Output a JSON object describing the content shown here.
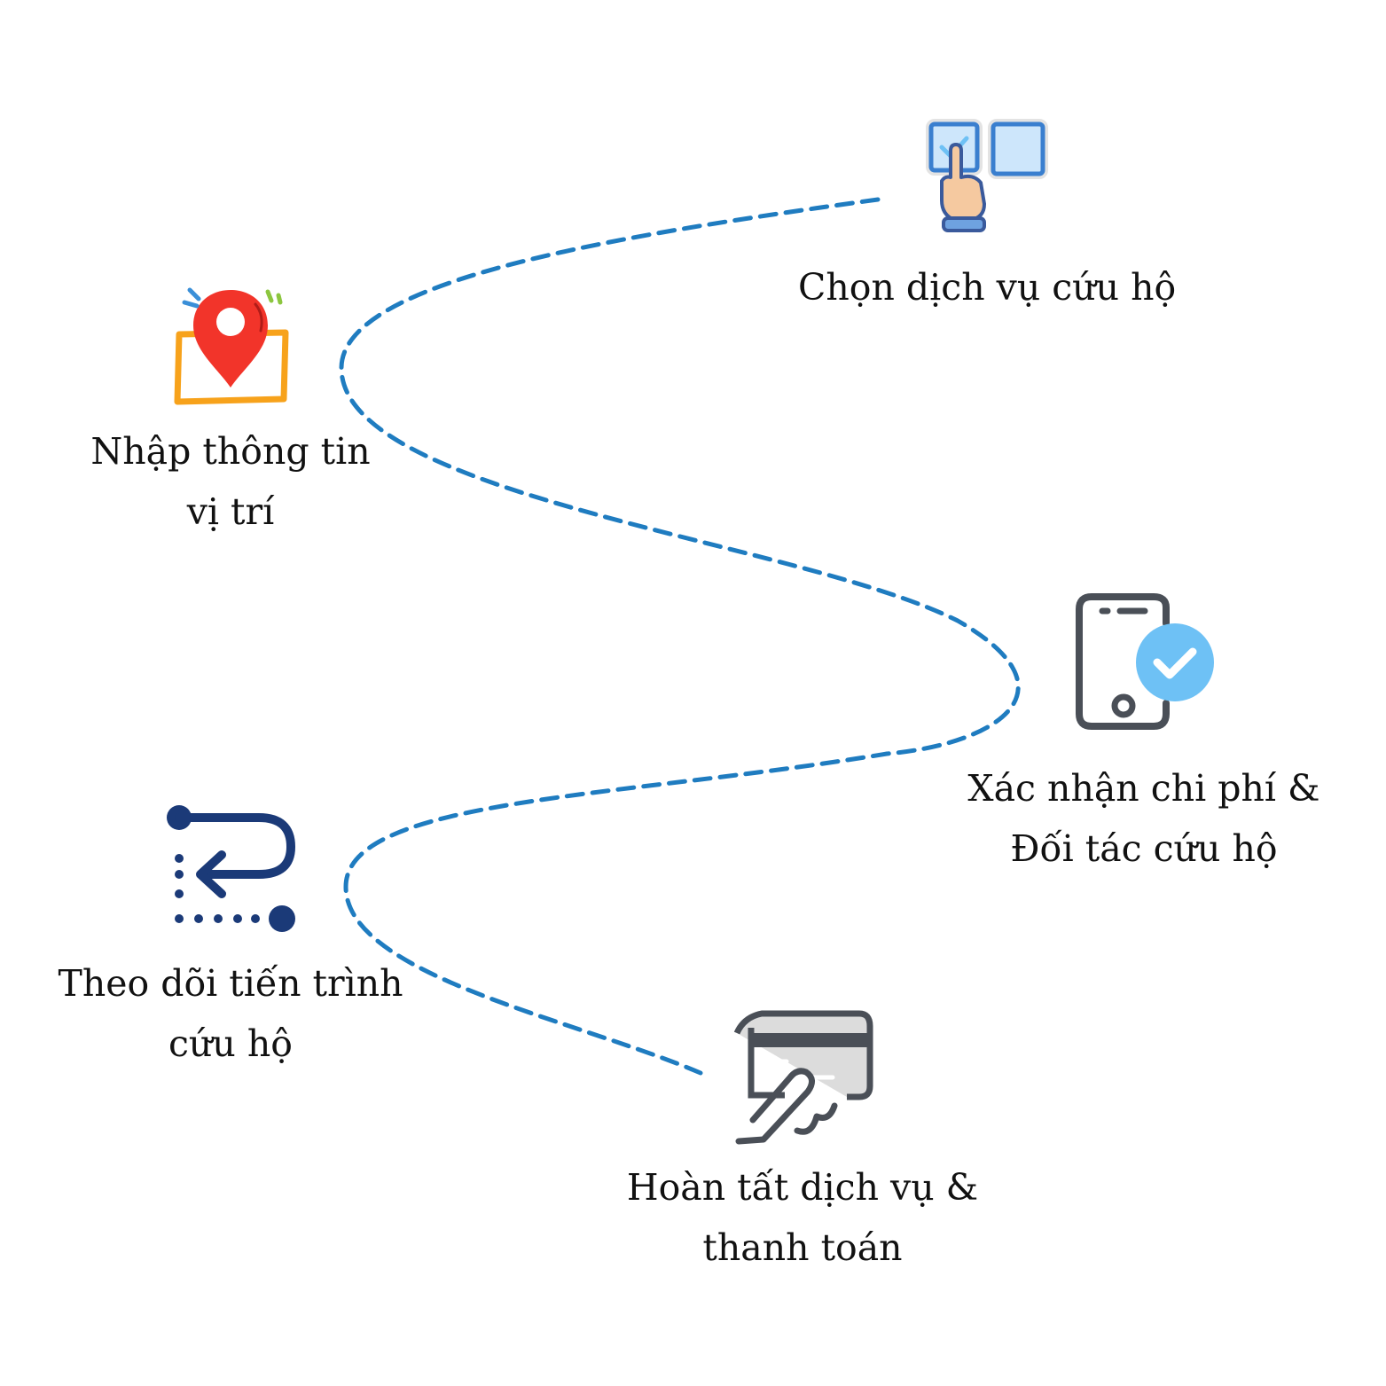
{
  "steps": [
    {
      "id": "choose-service",
      "icon": "checkbox-select-icon",
      "lines": [
        "Chọn dịch vụ cứu hộ"
      ]
    },
    {
      "id": "enter-location",
      "icon": "map-pin-icon",
      "lines": [
        "Nhập thông tin",
        "vị trí"
      ]
    },
    {
      "id": "confirm-cost",
      "icon": "phone-check-icon",
      "lines": [
        "Xác nhận chi phí &",
        "Đối tác cứu hộ"
      ]
    },
    {
      "id": "track-progress",
      "icon": "route-return-icon",
      "lines": [
        "Theo dõi tiến trình",
        "cứu hộ"
      ]
    },
    {
      "id": "complete-payment",
      "icon": "card-payment-icon",
      "lines": [
        "Hoàn tất dịch vụ &",
        "thanh toán"
      ]
    }
  ],
  "colors": {
    "path": "#1f7cc0",
    "pin": "#f2342a",
    "map_frame": "#f7a21b",
    "navy": "#1b3a78",
    "light_blue": "#6ec1f5",
    "gray": "#4a4f57"
  }
}
